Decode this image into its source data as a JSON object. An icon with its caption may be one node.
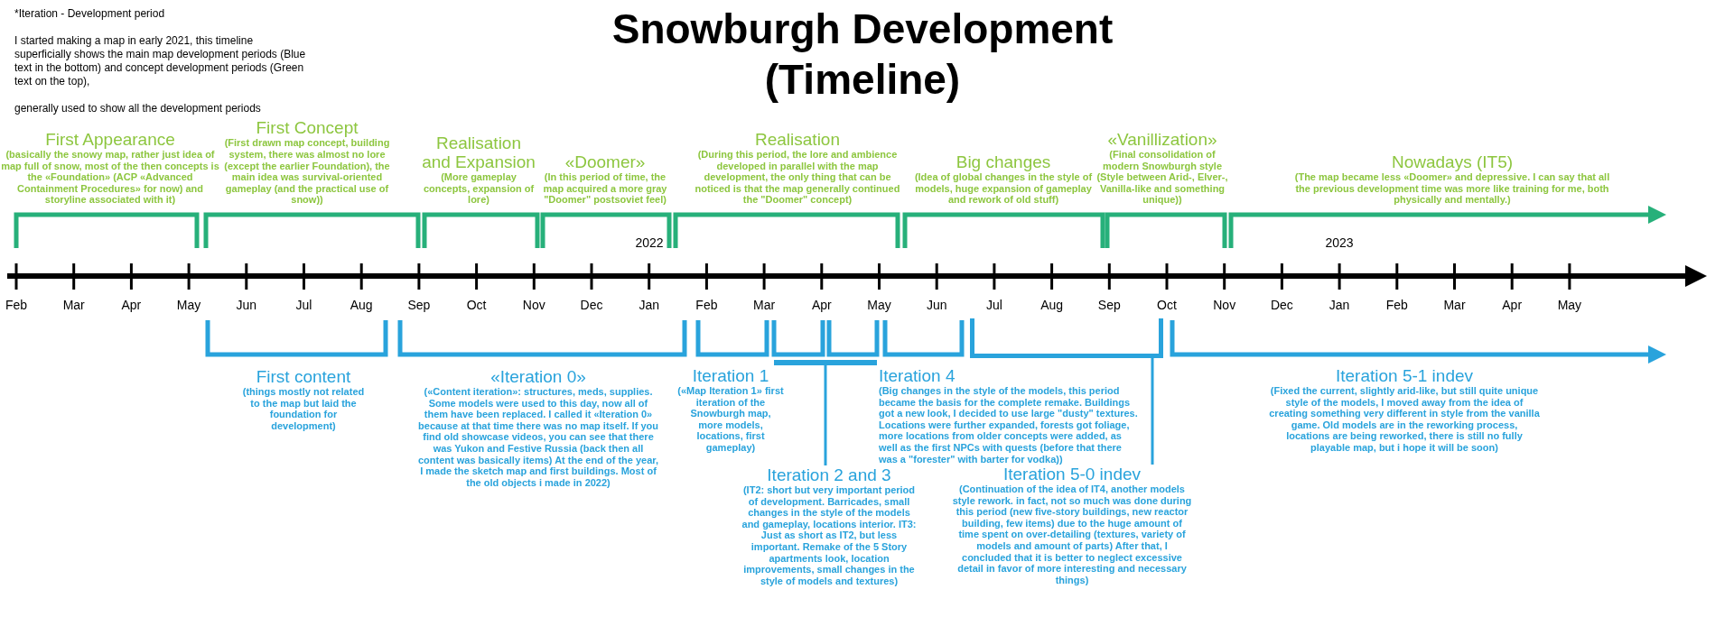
{
  "diagram": {
    "title": "Snowburgh Development (Timeline)",
    "nodes": [
      {
        "text": [
          "First Appearance",
          "(basically the snowy map, rather just idea of map full of snow, most of the then concepts is the «Foundation» (ACP «Advanced Containment Procedures» for now) and storyline associated with it)"
        ]
      },
      {
        "text": [
          "First Concept",
          "(First drawn map concept, building system, there was almost no lore (except the earlier Foundation), the main idea was survival-oriented gameplay (and the practical use of snow))"
        ]
      },
      {
        "text": [
          "Realisation and Expansion",
          "(More gameplay concepts, expansion of lore)"
        ]
      },
      {
        "text": [
          "«Doomer»",
          "(In this period of time, the map acquired a more gray \"Doomer\" postsoviet feel)"
        ]
      },
      {
        "text": [
          "Realisation",
          "(During this period, the lore and ambience developed in parallel with the map development, the only thing that can be noticed is that the map generally continued the \"Doomer\" concept)"
        ]
      },
      {
        "text": [
          "Big changes",
          "(Idea of global changes in the style of models, huge expansion of gameplay and rework of old stuff)"
        ]
      },
      {
        "text": [
          "«Vanillization»",
          "(Final consolidation of modern Snowburgh style (Style between Arid-, Elver-, Vanilla-like and something unique))"
        ]
      },
      {
        "text": [
          "Nowadays (IT5)",
          "(The map became less «Doomer» and depressive. I can say that all the previous development time was more like training for me, both physically and mentally.)"
        ]
      },
      {
        "text": [
          "First content",
          "(things mostly not related to the map but laid the foundation for development)"
        ]
      },
      {
        "text": [
          "«Iteration 0»",
          "(«Content iteration»: structures, meds, supplies. Some models were used to this day, now all of them have been replaced. I called it «Iteration 0» because at that time there was no map itself. If you find old showcase videos, you can see that there was Yukon and Festive Russia (back then all content was basically items) At the end of the year, I made the sketch map and first buildings. Most of the old objects i made in 2022)"
        ]
      },
      {
        "text": [
          "Iteration 1",
          "(«Map Iteration 1» first iteration of the Snowburgh map, more models, locations, first gameplay)"
        ]
      },
      {
        "text": [],
        "shape": "bar"
      },
      {
        "text": [
          "Iteration 2 and 3",
          "(IT2: short but very important period of development. Barricades, small changes in the style of the models and gameplay, locations interior. IT3: Just as short as IT2, but less important. Remake of the 5 Story apartments look, location improvements, small changes in the style of models and textures)"
        ]
      },
      {
        "text": [
          "Iteration 4",
          "(Big changes in the  style of the models, this period became the basis for the complete remake. Buildings got a new look, I decided to use large \"dusty\" textures. Locations were further expanded, forests got foliage, more locations from older concepts were added, as well as the first NPCs with quests (before that there was a \"forester\" with barter for vodka))"
        ]
      },
      {
        "text": [],
        "shape": "bracket"
      },
      {
        "text": [
          "Iteration 5-0 indev",
          "(Continuation of the idea of IT4, another models style rework. in fact, not so much was done during this period (new five-story buildings, new reactor building, few items) due to the huge amount of time spent on over-detailing (textures, variety of models and amount of parts) After that, I concluded that it is better to neglect excessive detail in favor of more interesting and necessary things)"
        ]
      },
      {
        "text": [
          "Iteration 5-1 indev",
          "(Fixed the current, slightly arid-like, but still quite unique style of the models, I moved away from the idea of creating something very different in style from the vanilla game. Old models are in the reworking process, locations are being reworked, there is still no fully playable map, but i hope it will be soon)"
        ]
      }
    ],
    "edges": [
      {
        "from": 12,
        "to": 11,
        "arrow": "none"
      },
      {
        "from": 15,
        "to": 14,
        "arrow": "none"
      }
    ],
    "labels": [
      "*Iteration - Development period",
      "I started making a map in early 2021, this timeline superficially shows the main map development periods (Blue text in the bottom) and concept development periods (Green text on the top),",
      "generally used to show all the development periods",
      "2022",
      "2023",
      "Feb",
      "Mar",
      "Apr",
      "May",
      "Jun",
      "Jul",
      "Aug",
      "Sep",
      "Oct",
      "Nov",
      "Dec",
      "Jan",
      "Feb",
      "Mar",
      "Apr",
      "May",
      "Jun",
      "Jul",
      "Aug",
      "Sep",
      "Oct",
      "Nov",
      "Dec",
      "Jan",
      "Feb",
      "Mar",
      "Apr",
      "May"
    ]
  }
}
